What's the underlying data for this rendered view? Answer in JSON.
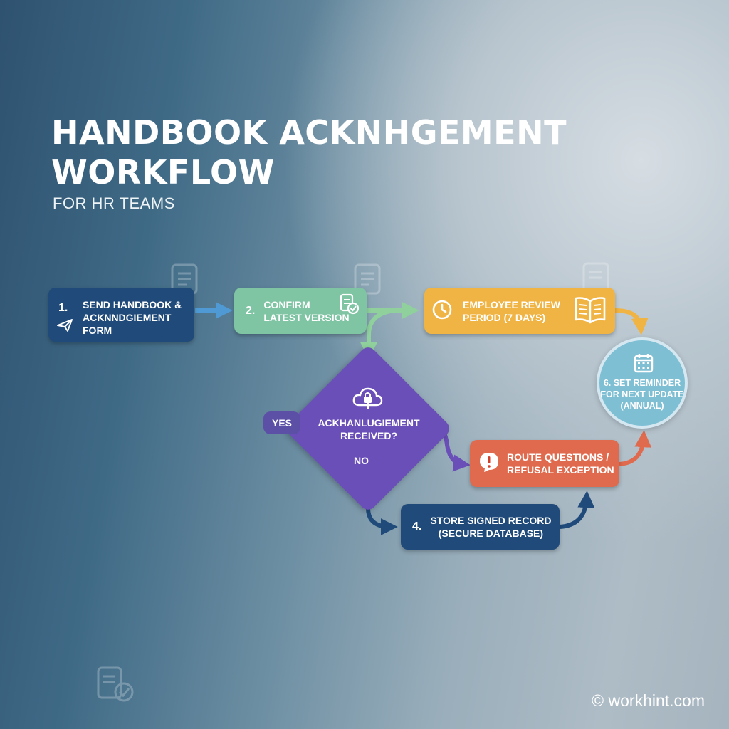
{
  "title_line1": "HANDBOOK ACKNHGEMENT",
  "title_line2": "WORKFLOW",
  "subtitle": "FOR HR TEAMS",
  "watermark": "© workhint.com",
  "steps": {
    "s1": {
      "number": "1.",
      "text": "SEND HANDBOOK &\nACKNNDGIEMENT\nFORM",
      "icon": "paper-plane-icon",
      "color": "#1f4a7a"
    },
    "s2": {
      "number": "2.",
      "text": "CONFIRM\nLATEST VERSION",
      "icon": "document-check-icon",
      "color": "#7fc4a3"
    },
    "s3": {
      "text": "EMPLOYEE REVIEW\nPERIOD (7 DAYS)",
      "icons": [
        "clock-icon",
        "open-book-icon"
      ],
      "color": "#f0b445"
    },
    "decision": {
      "text": "ACKHANLUGIEMENT\nRECEIVED?",
      "yes": "YES",
      "no": "NO",
      "icon": "cloud-lock-icon",
      "color": "#6a4fb8"
    },
    "s4": {
      "number": "4.",
      "text": "STORE SIGNED RECORD\n(SECURE DATABASE)",
      "color": "#1f4a7a"
    },
    "s5": {
      "text": "ROUTE QUESTIONS /\nREFUSAL EXCEPTION",
      "icon": "alert-bubble-icon",
      "color": "#e06a4d"
    },
    "s6": {
      "text": "6. SET REMINDER\nFOR NEXT UPDATE\n(ANNUAL)",
      "icon": "calendar-icon",
      "color": "#7fbfd4"
    }
  }
}
